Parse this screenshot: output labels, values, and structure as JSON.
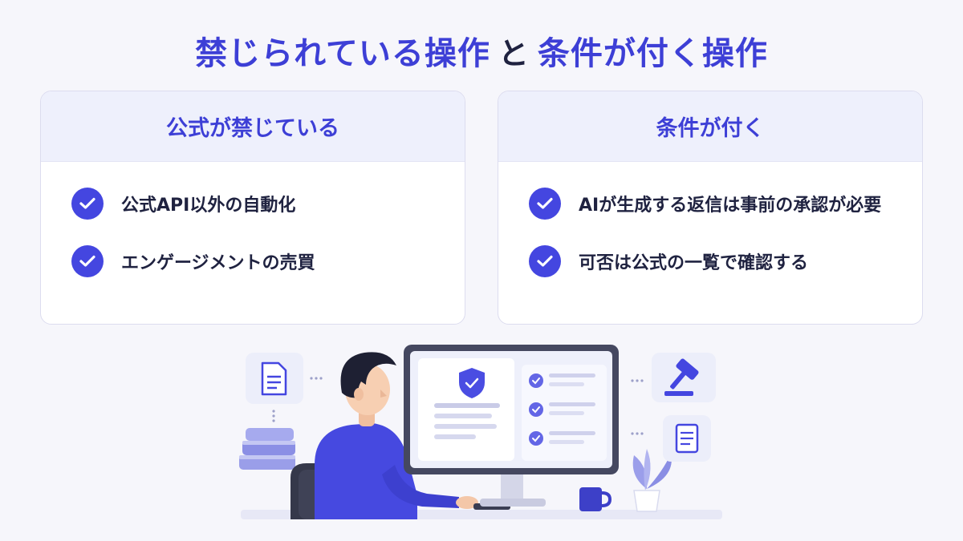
{
  "title": {
    "part1": "禁じられている操作",
    "joiner": "と",
    "part2": "条件が付く操作"
  },
  "cards": {
    "left": {
      "header": "公式が禁じている",
      "items": [
        "公式API以外の自動化",
        "エンゲージメントの売買"
      ]
    },
    "right": {
      "header": "条件が付く",
      "items": [
        "AIが生成する返信は事前の承認が必要",
        "可否は公式の一覧で確認する"
      ]
    }
  },
  "icons": {
    "check": "check-circle-icon",
    "document": "document-icon",
    "books": "books-icon",
    "gavel": "gavel-icon",
    "clipboard": "clipboard-icon",
    "shield": "shield-check-icon"
  },
  "colors": {
    "accent": "#3d3fd6",
    "check_bg": "#4446e0",
    "text": "#1f2240",
    "header_bg": "#eef0fc",
    "background": "#f6f6fb"
  }
}
